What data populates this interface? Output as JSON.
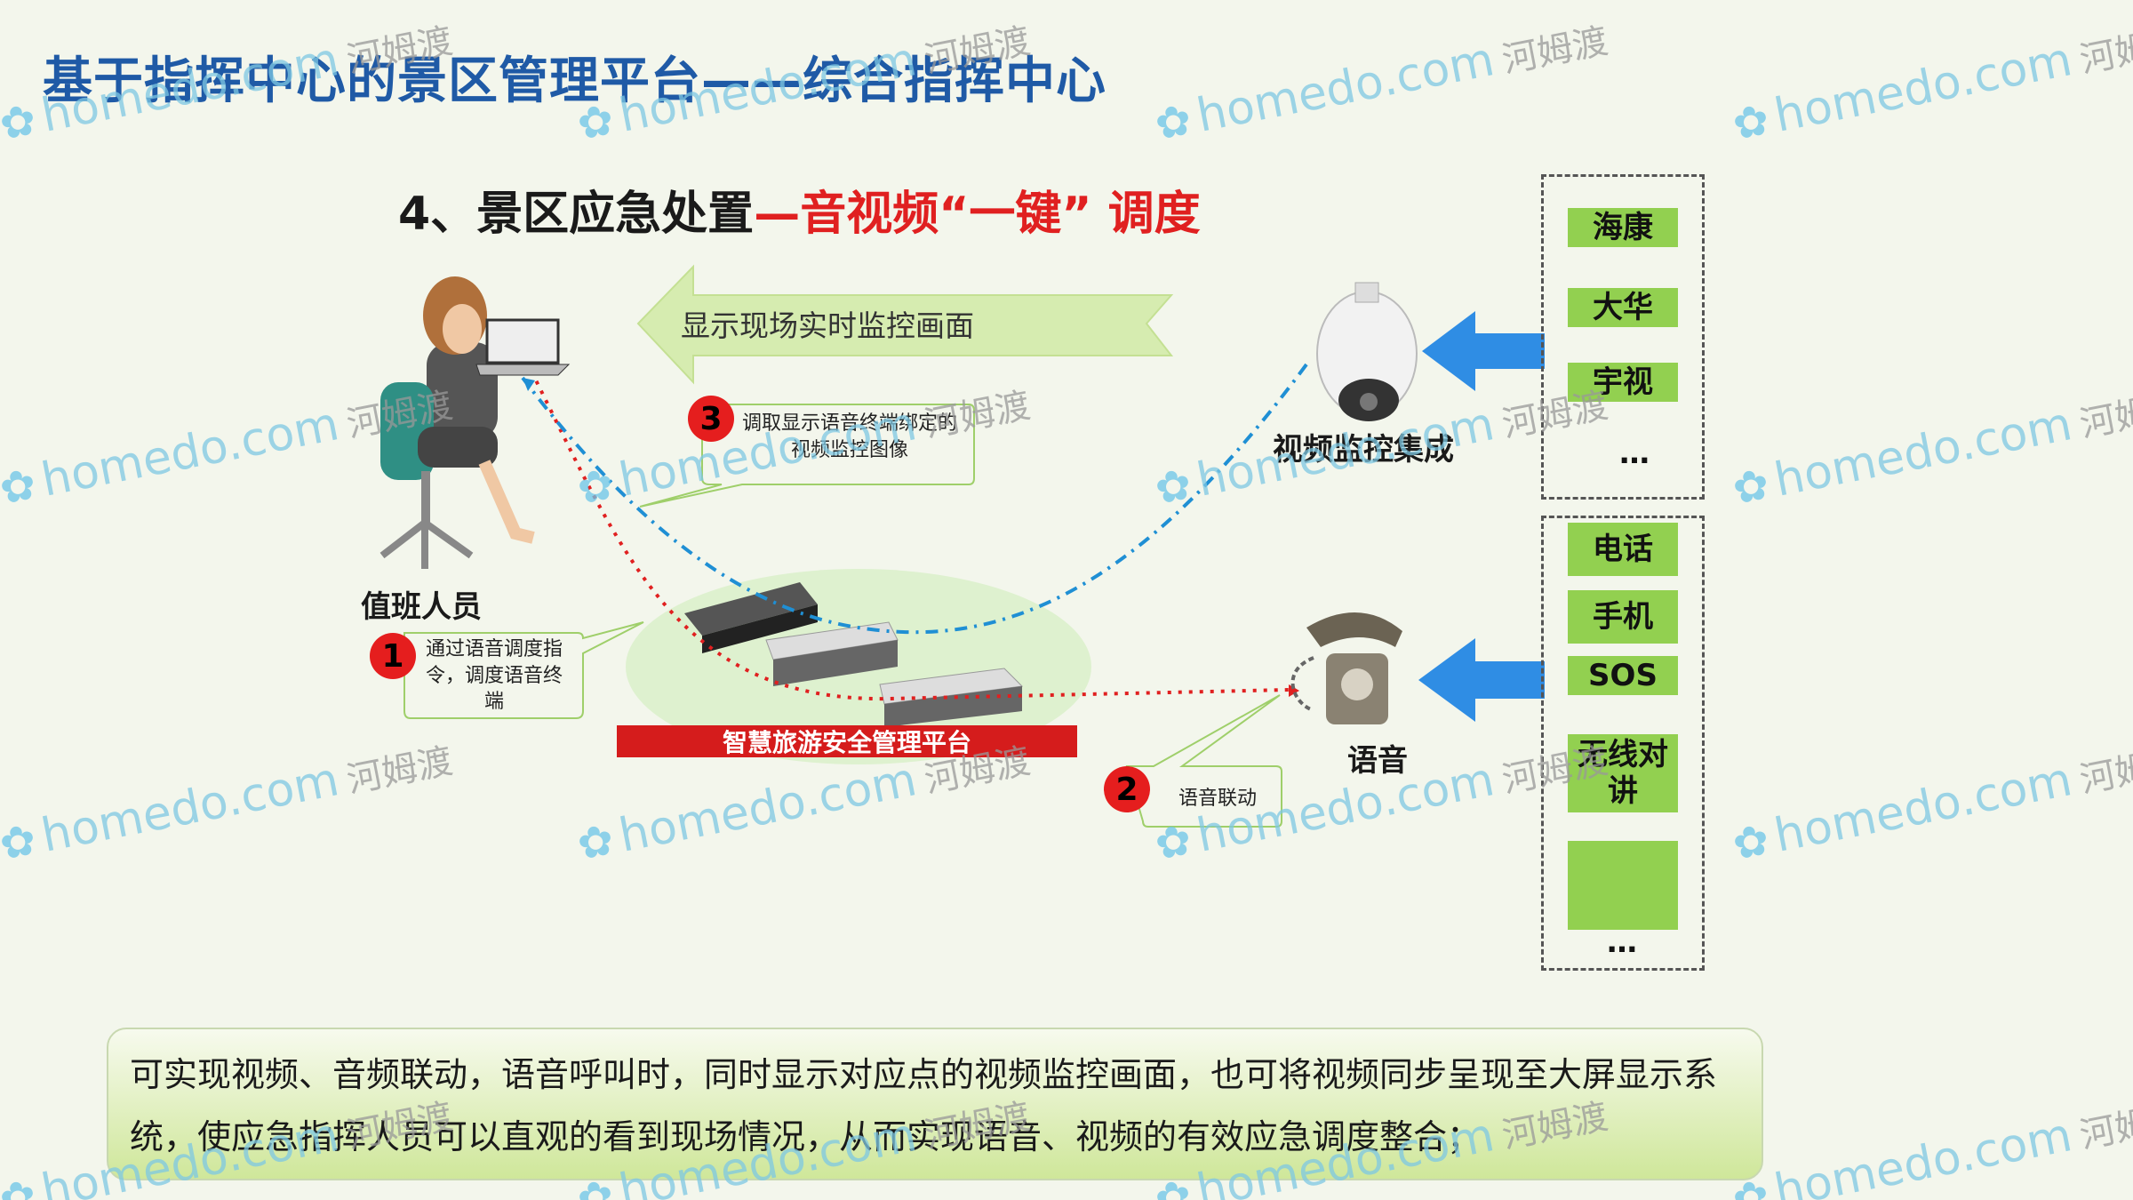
{
  "header": {
    "title": "基于指挥中心的景区管理平台——综合指挥中心"
  },
  "section": {
    "prefix": "4、景区应急处置",
    "highlight": "—音视频“一键” 调度"
  },
  "arrow_banner": {
    "text": "显示现场实时监控画面"
  },
  "operator": {
    "label": "值班人员"
  },
  "callouts": [
    {
      "number": "1",
      "text": "通过语音调度指令，调度语音终端"
    },
    {
      "number": "2",
      "text": "语音联动"
    },
    {
      "number": "3",
      "text": "调取显示语音终端绑定的视频监控图像"
    }
  ],
  "platform": {
    "label": "智慧旅游安全管理平台"
  },
  "camera": {
    "label": "视频监控集成"
  },
  "phone": {
    "label": "语音"
  },
  "video_vendors": {
    "items": [
      "海康",
      "大华",
      "宇视"
    ],
    "more": "…"
  },
  "voice_terminals": {
    "items": [
      "电话",
      "手机",
      "SOS",
      "无线对讲",
      ""
    ],
    "more": "…"
  },
  "summary": {
    "text": "可实现视频、音频联动，语音呼叫时，同时显示对应点的视频监控画面，也可将视频同步呈现至大屏显示系统，使应急指挥人员可以直观的看到现场情况，从而实现语音、视频的有效应急调度整合；"
  },
  "watermark": {
    "site": "homedo.com",
    "cn": "河姆渡"
  },
  "colors": {
    "title_blue": "#1f5aa6",
    "accent_red": "#e02020",
    "box_green": "#92d050",
    "arrow_blue": "#2f8de4"
  }
}
